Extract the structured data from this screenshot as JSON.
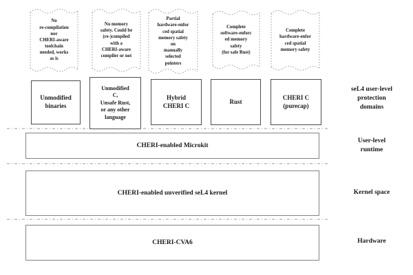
{
  "palette": {
    "background": "#ffffff",
    "text": "#1a1a1a",
    "flag_border": "#9a9a9a",
    "domain_box_border": "#4a4a4a",
    "layer_box_border": "#828282",
    "separator_line": "#9a9a9a"
  },
  "annotations": [
    {
      "text": "No\nre-compilation\nnor\nCHERI-aware\ntoolchain\nneeded, works\nas is"
    },
    {
      "text": "No memory\nsafety. Could be\n(re-)compiled\nwith a\nCHERI-aware\ncompiler or not"
    },
    {
      "text": "Partial\nhardware-enfor\nced spatial\nmemory safety\non\nmanually\nselected\npointers"
    },
    {
      "text": "Complete\nsoftware-enforc\ned memory\nsafety\n(for safe Rust)"
    },
    {
      "text": "Complete\nhardware-enfor\nced spatial\nmemory safety"
    }
  ],
  "protection_domains": [
    {
      "label": "Unmodified\nbinaries"
    },
    {
      "label": "Unmodified\nC,\nUnsafe Rust,\nor any other\nlanguage"
    },
    {
      "label": "Hybrid\nCHERI C"
    },
    {
      "label": "Rust"
    },
    {
      "label": "CHERI C\n(purecap)"
    }
  ],
  "layers": [
    {
      "label": "CHERI-enabled Microkit"
    },
    {
      "label": "CHERI-enabled unverified seL4 kernel"
    },
    {
      "label": "CHERI-CVA6"
    }
  ],
  "side_labels": [
    {
      "label": "seL4 user-level\nprotection\ndomains"
    },
    {
      "label": "User-level\nruntime"
    },
    {
      "label": "Kernel space"
    },
    {
      "label": "Hardware"
    }
  ]
}
